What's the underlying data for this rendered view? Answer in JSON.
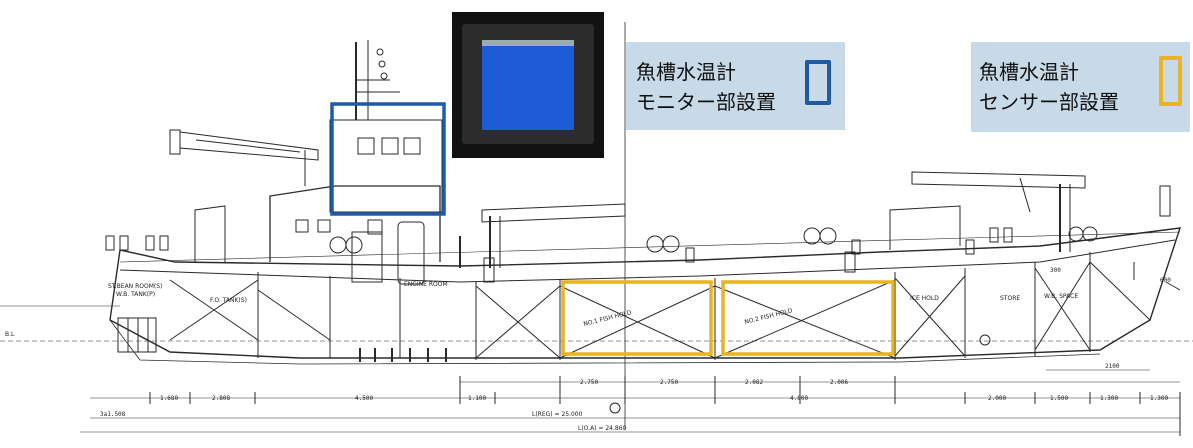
{
  "legend_monitor": {
    "line1": "魚槽水温計",
    "line2": "モニター部設置",
    "swatch_color": "#1e5aa8",
    "box_color": "#c8d9e8"
  },
  "legend_sensor": {
    "line1": "魚槽水温計",
    "line2": "センサー部設置",
    "swatch_color": "#e8b420",
    "box_color": "#c8d9e8"
  },
  "drawing_labels": {
    "room_engine": "ENGINE ROOM",
    "room_ice_hold": "ICE HOLD",
    "room_store": "STORE",
    "room_void": "W.B. SPACE",
    "fish_hold_1": "NO.1 FISH HOLD",
    "fish_hold_2": "NO.2 FISH HOLD",
    "fw_tank": "F.O. TANK(S)",
    "aft_tank_1": "ST.BEAN ROOM(S)",
    "aft_tank_2": "W.B. TANK(P)",
    "baseline": "B.L",
    "length_reg": "L(REG) = 25.000",
    "length_oa": "L(O.A) = 24.860"
  },
  "dimensions": {
    "d1": "3a1.508",
    "d2": "1.680",
    "d3": "2.808",
    "d4": "4.500",
    "d5": "1.100",
    "d6": "2.750",
    "d7": "2.750",
    "d8": "2.082",
    "d9": "2.006",
    "d10": "4.800",
    "d11": "2.000",
    "d12": "1.500",
    "d13": "1.300",
    "d14": "1.300",
    "d15": "2100",
    "d16": "300",
    "d17": "600"
  }
}
